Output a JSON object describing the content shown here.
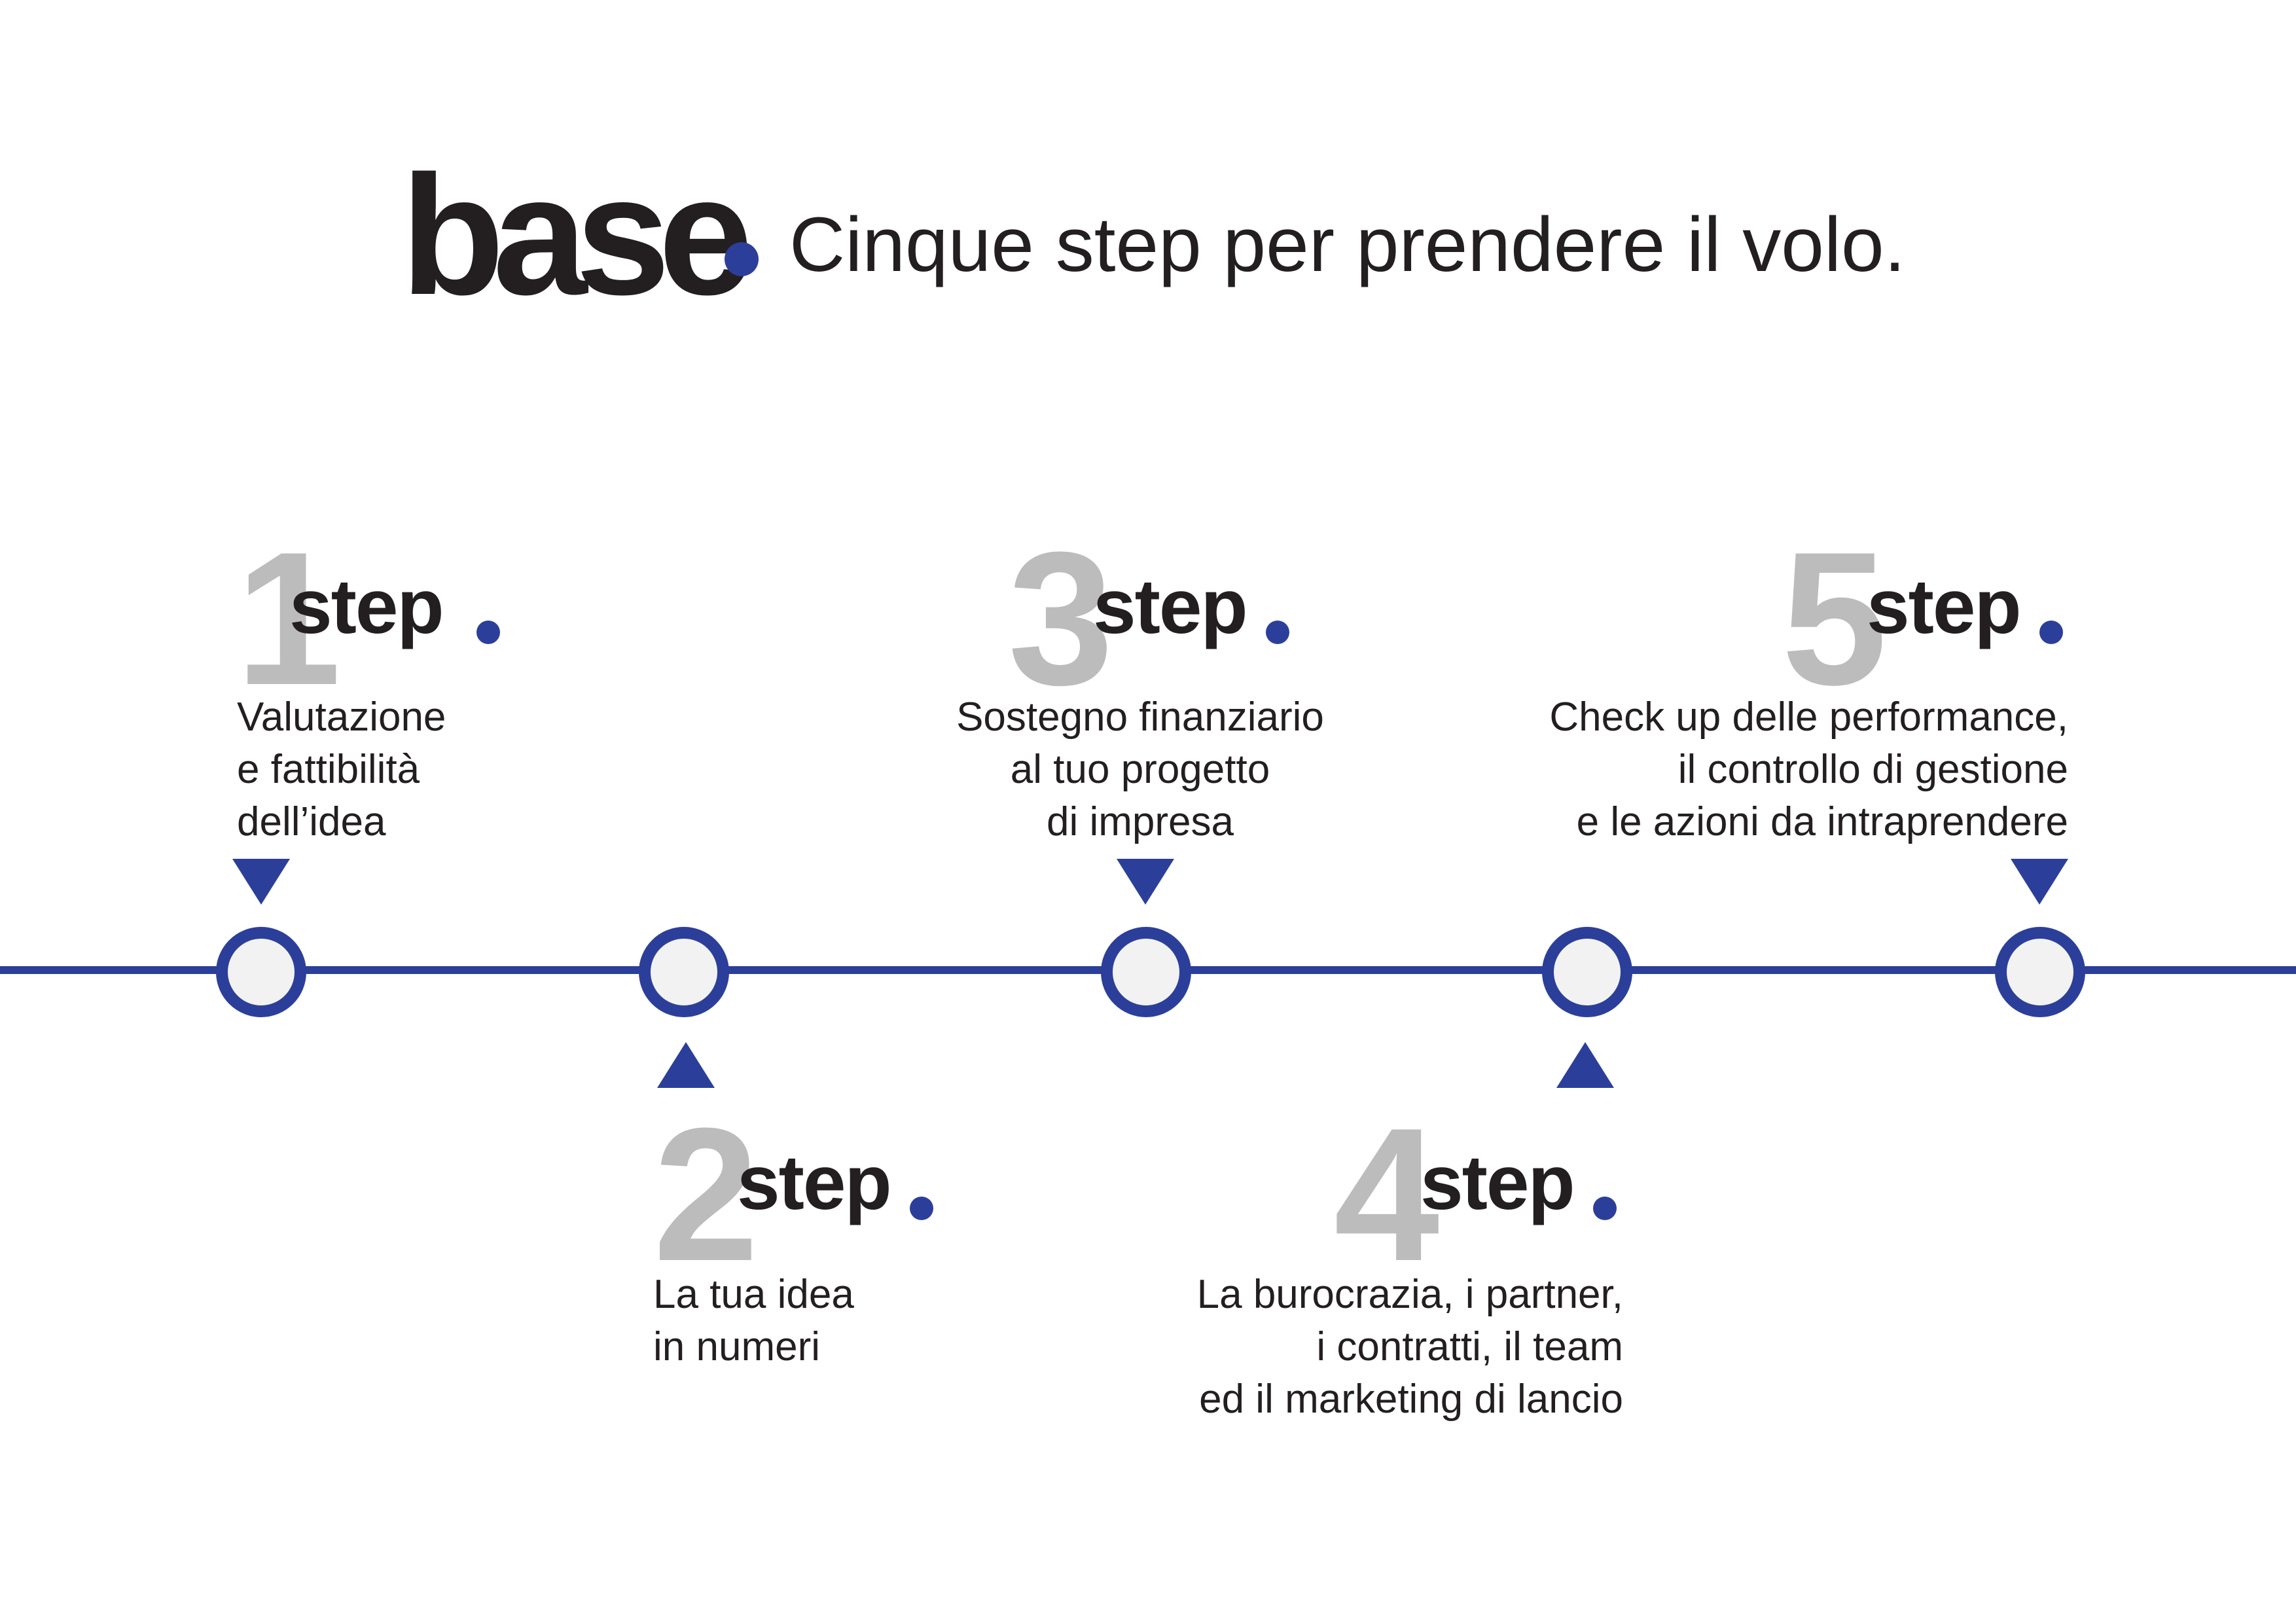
{
  "header": {
    "logo_text": "base",
    "title": "Cinque step per prendere il volo."
  },
  "colors": {
    "accent": "#2b3f9a",
    "text": "#231f20",
    "number_gray": "#bcbcbc",
    "node_fill": "#f2f2f2"
  },
  "steps": [
    {
      "number": "1",
      "label": "step",
      "lines": [
        "Valutazione",
        "e fattibilità",
        "dell’idea"
      ],
      "position": "above"
    },
    {
      "number": "2",
      "label": "step",
      "lines": [
        "La tua idea",
        "in numeri"
      ],
      "position": "below"
    },
    {
      "number": "3",
      "label": "step",
      "lines": [
        "Sostegno finanziario",
        "al tuo progetto",
        "di impresa"
      ],
      "position": "above"
    },
    {
      "number": "4",
      "label": "step",
      "lines": [
        "La burocrazia, i partner,",
        "i contratti, il team",
        "ed il marketing di lancio"
      ],
      "position": "below"
    },
    {
      "number": "5",
      "label": "step",
      "lines": [
        "Check up delle performance,",
        "il controllo di gestione",
        "e le azioni da intraprendere"
      ],
      "position": "above"
    }
  ]
}
